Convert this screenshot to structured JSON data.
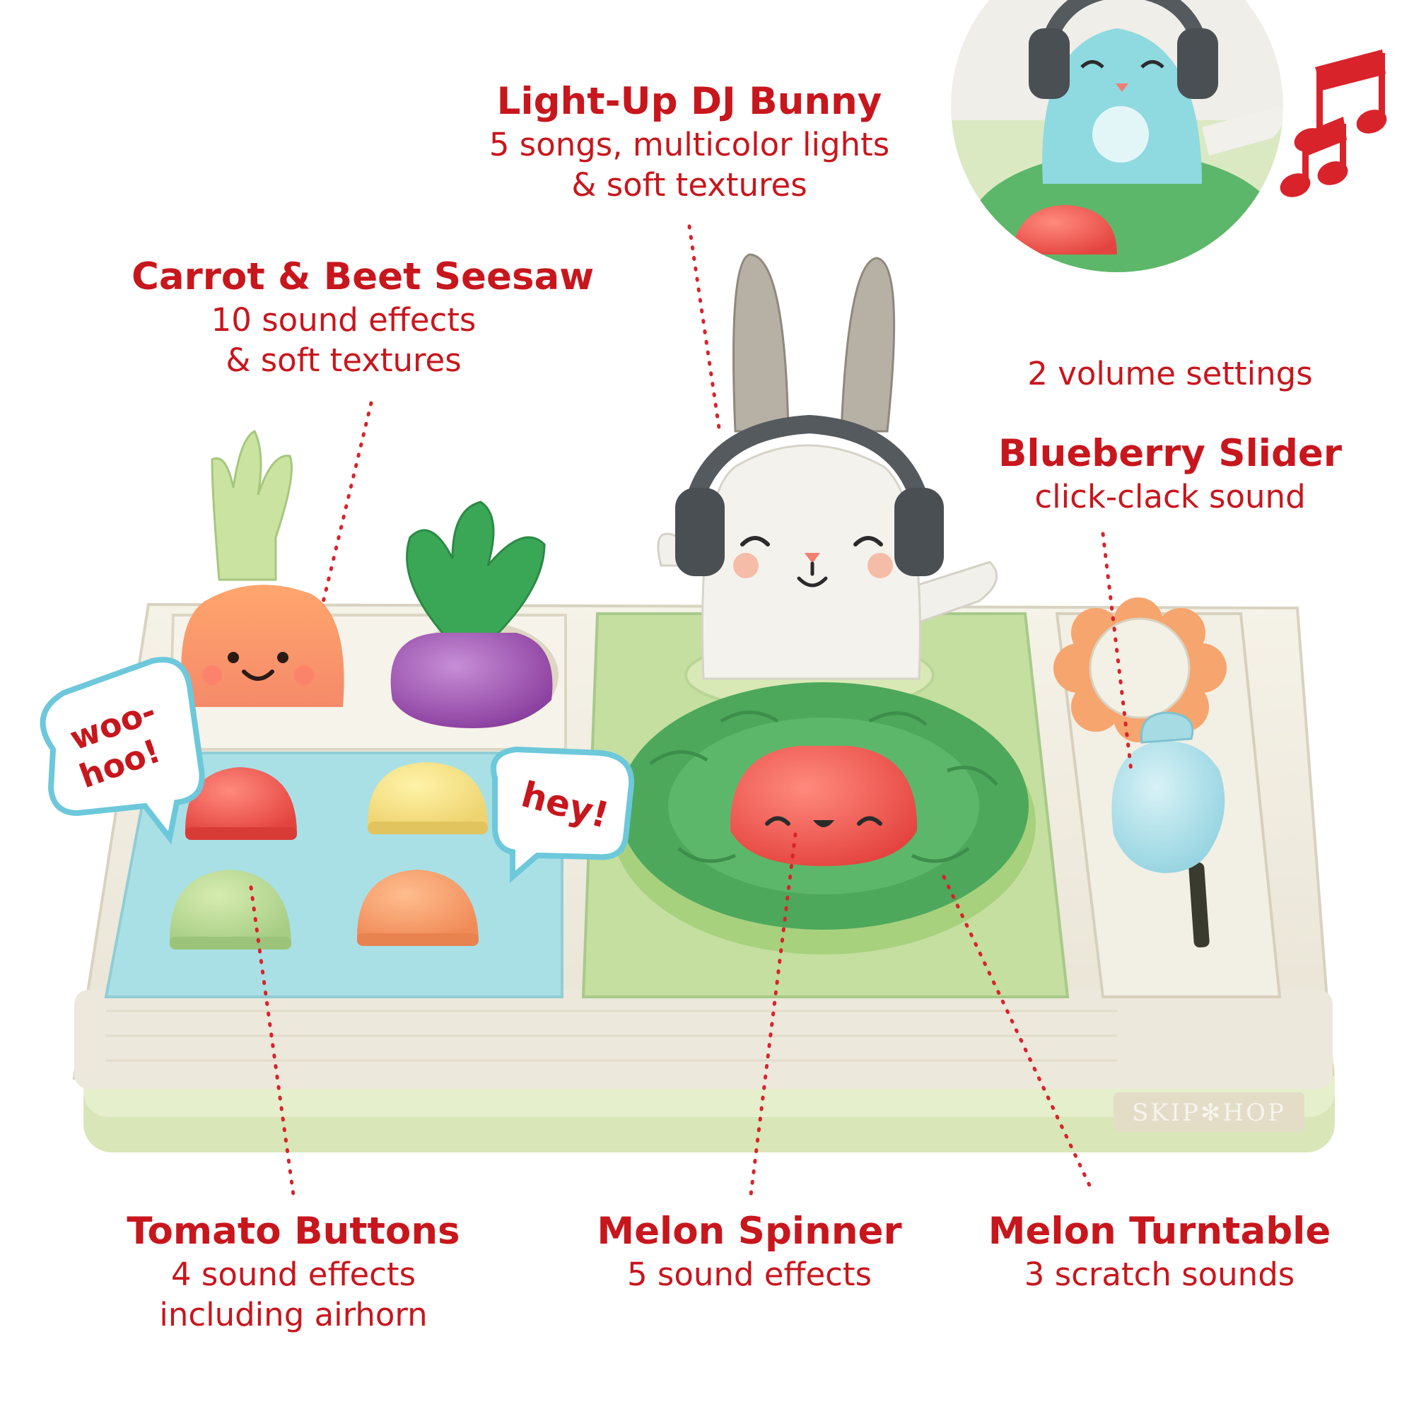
{
  "callouts": {
    "bunny": {
      "title": "Light-Up DJ Bunny",
      "desc": [
        "5 songs, multicolor lights",
        "& soft textures"
      ]
    },
    "carrot": {
      "title": "Carrot & Beet Seesaw",
      "desc": [
        "10 sound effects",
        "& soft textures"
      ]
    },
    "volume": {
      "desc": "2 volume settings"
    },
    "blueberry": {
      "title": "Blueberry Slider",
      "desc": [
        "click-clack sound"
      ]
    },
    "tomato": {
      "title": "Tomato Buttons",
      "desc": [
        "4 sound effects",
        "including airhorn"
      ]
    },
    "spinner": {
      "title": "Melon Spinner",
      "desc": [
        "5 sound effects"
      ]
    },
    "turntable": {
      "title": "Melon Turntable",
      "desc": [
        "3 scratch sounds"
      ]
    }
  },
  "bubbles": {
    "woohoo": [
      "woo-",
      "hoo!"
    ],
    "hey": "hey!"
  },
  "logo": "SKIP✻HOP",
  "colors": {
    "accent": "#c8161d",
    "leader": "#d9232a"
  },
  "icons": {
    "notes": "music-notes-icon"
  }
}
